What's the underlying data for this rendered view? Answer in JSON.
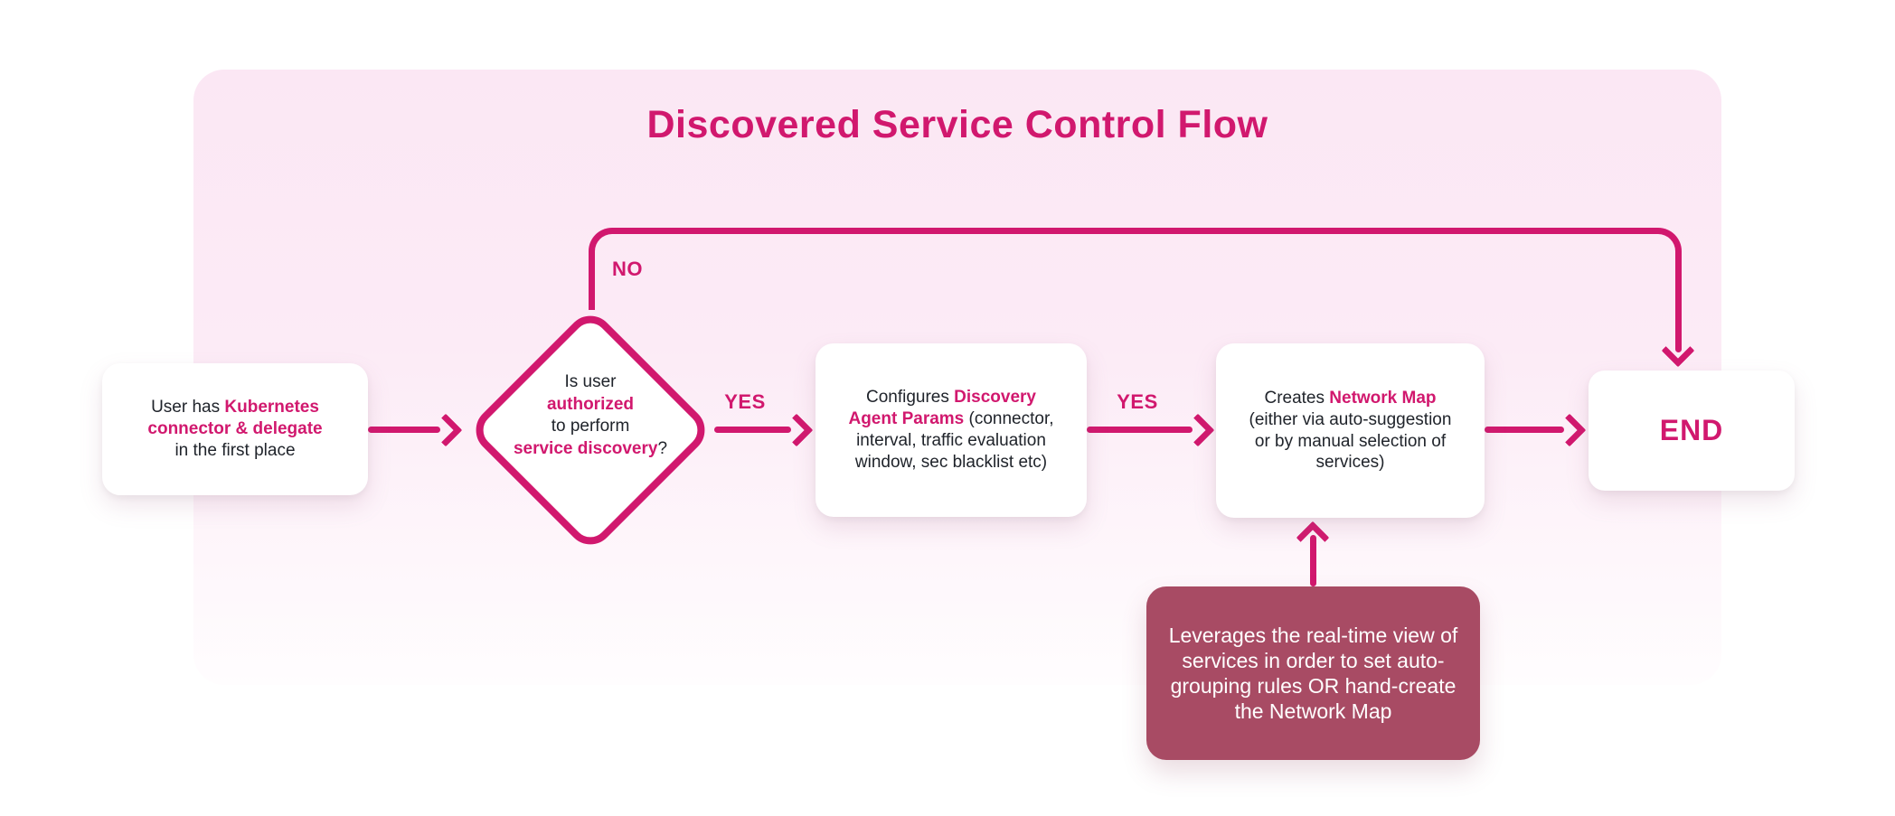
{
  "title": "Discovered Service Control Flow",
  "colors": {
    "accent": "#d1186e",
    "panel_pink": "#fbe7f4",
    "panel_fade": "#fffdfe",
    "note_maroon": "#a84b64",
    "text_dark": "#20242b",
    "node_white": "#ffffff"
  },
  "nodes": {
    "start": {
      "prefix": "User has ",
      "highlight": "Kubernetes connector & delegate",
      "suffix": " in the first place"
    },
    "decision": {
      "line1": "Is user",
      "line2": "authorized",
      "line3": "to perform",
      "line4_highlight": "service discovery",
      "line4_suffix": "?"
    },
    "configure": {
      "prefix": "Configures ",
      "highlight": "Discovery Agent Params",
      "suffix": " (connector, interval, traffic evaluation window, sec blacklist etc)"
    },
    "network_map": {
      "prefix": "Creates ",
      "highlight": "Network Map",
      "suffix": " (either via auto-suggestion or by manual selection of services)"
    },
    "end": {
      "label": "END"
    },
    "note": {
      "text": "Leverages the real-time view of services in order to set auto-grouping rules OR hand-create the Network Map"
    }
  },
  "edges": {
    "no_label": "NO",
    "yes_label_decision_to_configure": "YES",
    "yes_label_configure_to_network_map": "YES"
  }
}
